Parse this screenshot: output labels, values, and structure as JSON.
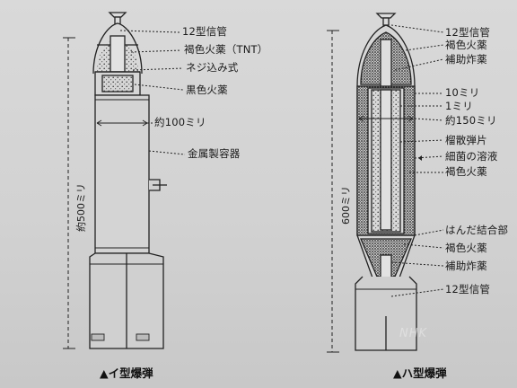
{
  "bomb_i": {
    "caption": "▲イ型爆弾",
    "height_label": "約500ミリ",
    "labels": [
      "12型信管",
      "褐色火薬（TNT）",
      "ネジ込み式",
      "黒色火薬",
      "約100ミリ",
      "金属製容器"
    ]
  },
  "bomb_ha": {
    "caption": "▲ハ型爆弾",
    "height_label": "600ミリ",
    "labels": [
      "12型信管",
      "褐色火薬",
      "補助炸薬",
      "10ミリ",
      "1ミリ",
      "約150ミリ",
      "榴散弾片",
      "細菌の溶液",
      "褐色火薬",
      "はんだ結合部",
      "褐色火薬",
      "補助炸薬",
      "12型信管"
    ]
  },
  "watermark": "NHK"
}
